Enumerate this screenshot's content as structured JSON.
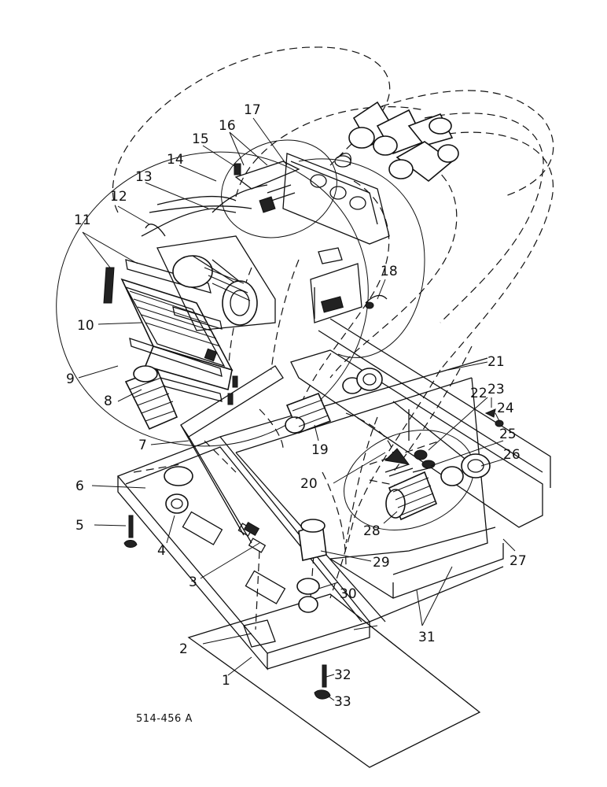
{
  "diagram": {
    "drawing_code": "514-456 A",
    "callouts": [
      "1",
      "2",
      "3",
      "4",
      "5",
      "6",
      "7",
      "8",
      "9",
      "10",
      "11",
      "12",
      "13",
      "14",
      "15",
      "16",
      "17",
      "18",
      "19",
      "20",
      "21",
      "22",
      "23",
      "24",
      "25",
      "26",
      "27",
      "28",
      "29",
      "30",
      "31",
      "32",
      "33"
    ]
  }
}
